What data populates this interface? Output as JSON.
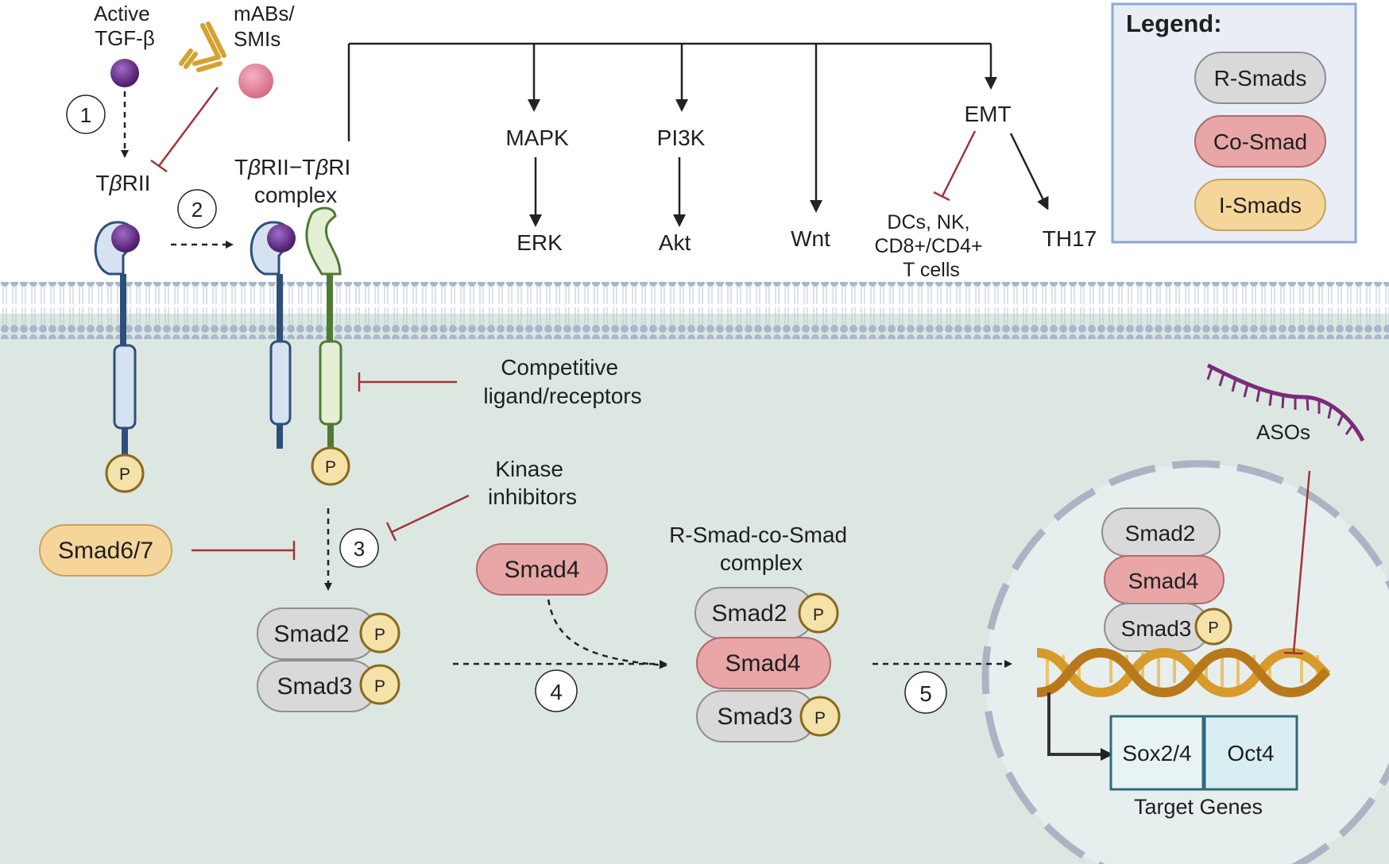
{
  "labels": {
    "active_tgf_line1": "Active",
    "active_tgf_line2": "TGF-β",
    "mabs_line1": "mABs/",
    "mabs_line2": "SMIs",
    "tbrii_prefix": "T",
    "tbrii_beta": "β",
    "tbrii_suffix": "RII",
    "complex_part1": "T",
    "complex_beta1": "β",
    "complex_part2": "RII−T",
    "complex_beta2": "β",
    "complex_part3": "RI",
    "complex_line2": "complex",
    "mapk": "MAPK",
    "erk": "ERK",
    "pi3k": "PI3K",
    "akt": "Akt",
    "wnt": "Wnt",
    "emt": "EMT",
    "immune_line1": "DCs, NK,",
    "immune_line2": "CD8+/CD4+",
    "immune_line3": "T cells",
    "th17": "TH17",
    "competitive_line1": "Competitive",
    "competitive_line2": "ligand/receptors",
    "kinase_line1": "Kinase",
    "kinase_line2": "inhibitors",
    "rsmad_complex_line1": "R-Smad-co-Smad",
    "rsmad_complex_line2": "complex",
    "asos": "ASOs",
    "target_genes": "Target Genes",
    "sox": "Sox2/4",
    "oct": "Oct4",
    "phospho": "P"
  },
  "steps": [
    "1",
    "2",
    "3",
    "4",
    "5"
  ],
  "legend": {
    "title": "Legend:",
    "items": [
      "R-Smads",
      "Co-Smad",
      "I-Smads"
    ]
  },
  "smads": {
    "smad67": "Smad6/7",
    "smad2": "Smad2",
    "smad3": "Smad3",
    "smad4": "Smad4"
  },
  "colors": {
    "r_smad": "#d9d9d9",
    "co_smad": "#e8a6a6",
    "i_smad": "#f5d59a",
    "inhibition": "#a1343a",
    "ligand": "#6b2c91",
    "receptor_ii": "#2e4f7a",
    "receptor_i": "#4f7a34",
    "cytoplasm": "#dde7e2",
    "legend_border": "#8ea6d6",
    "dna": "#d79a2b",
    "aso": "#7b2b7a"
  }
}
